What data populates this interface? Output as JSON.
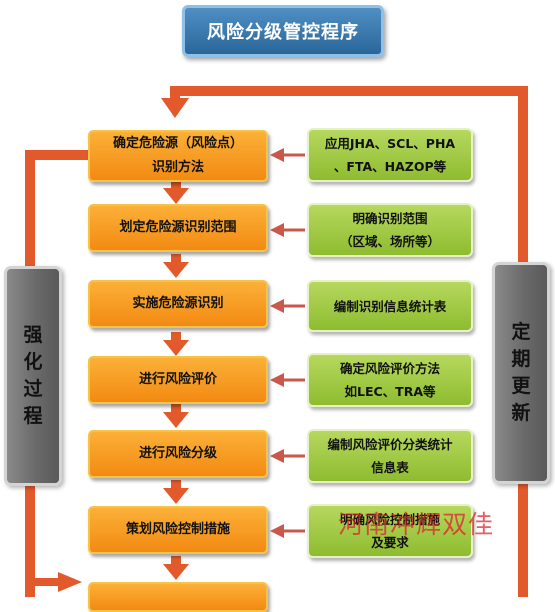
{
  "title": "风险分级管控程序",
  "left_label": [
    "强",
    "化",
    "过",
    "程"
  ],
  "right_label": [
    "定",
    "期",
    "更",
    "新"
  ],
  "steps": [
    {
      "line1": "确定危险源（风险点）",
      "line2": "识别方法"
    },
    {
      "line1": "划定危险源识别范围",
      "line2": ""
    },
    {
      "line1": "实施危险源识别",
      "line2": ""
    },
    {
      "line1": "进行风险评价",
      "line2": ""
    },
    {
      "line1": "进行风险分级",
      "line2": ""
    },
    {
      "line1": "策划风险控制措施",
      "line2": ""
    }
  ],
  "notes": [
    {
      "line1": "应用JHA、SCL、PHA",
      "line2": "、FTA、HAZOP等"
    },
    {
      "line1": "明确识别范围",
      "line2": "（区域、场所等）"
    },
    {
      "line1": "编制识别信息统计表",
      "line2": ""
    },
    {
      "line1": "确定风险评价方法",
      "line2": "如LEC、TRA等"
    },
    {
      "line1": "编制风险评价分类统计",
      "line2": "信息表"
    },
    {
      "line1": "明确风险控制措施",
      "line2": "及要求"
    }
  ],
  "watermark": "河南冲辉双佳",
  "colors": {
    "loop": "#e25a2b",
    "step_fill": "#f79b1f",
    "note_fill": "#9cc83e",
    "title_fill": "#3a7ab0",
    "side_fill": "#6e6e6e",
    "link_arrow": "#c9584a"
  }
}
